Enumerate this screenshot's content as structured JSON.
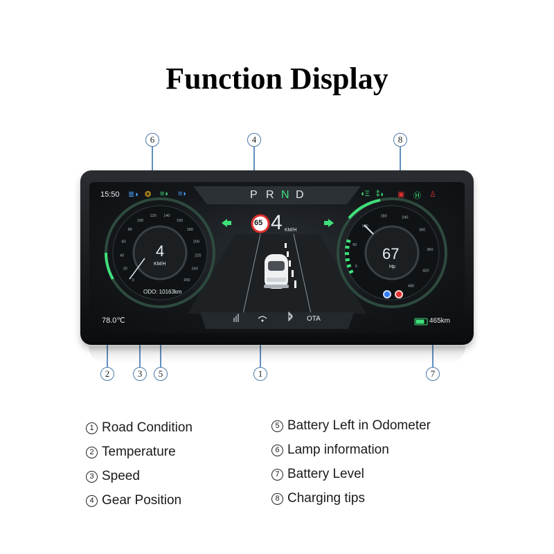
{
  "title": "Function Display",
  "dashboard": {
    "time": "15:50",
    "gears": [
      "P",
      "R",
      "N",
      "D"
    ],
    "active_gear": "N",
    "speed_limit": "65",
    "speed_center": "4",
    "speed_center_unit": "KM/H",
    "speedo_value": "4",
    "speedo_unit": "KM/H",
    "speedo_ticks": [
      "0",
      "20",
      "40",
      "60",
      "80",
      "100",
      "120",
      "140",
      "160",
      "180",
      "200",
      "220",
      "240",
      "260"
    ],
    "odo_label": "ODO: 10163km",
    "temperature": "78.0℃",
    "power_value": "67",
    "power_unit": "Hp",
    "power_ticks": [
      "0",
      "60",
      "120",
      "180",
      "240",
      "300",
      "360",
      "420",
      "480",
      "120"
    ],
    "status_bar": {
      "ota": "OTA"
    },
    "battery_range": "465km",
    "battery_level": 0.8,
    "icons_left": [
      "high-beam-icon",
      "parking-light-icon",
      "fog-light-icon",
      "low-beam-icon"
    ],
    "icons_right": [
      "fog-light-front-icon",
      "side-light-icon",
      "fuel-icon",
      "parking-brake-icon",
      "seatbelt-icon"
    ]
  },
  "callouts": [
    "1",
    "2",
    "3",
    "4",
    "5",
    "6",
    "7",
    "8"
  ],
  "features_left": [
    {
      "num": "1",
      "label": "Road Condition"
    },
    {
      "num": "2",
      "label": "Temperature"
    },
    {
      "num": "3",
      "label": "Speed"
    },
    {
      "num": "4",
      "label": "Gear Position"
    }
  ],
  "features_right": [
    {
      "num": "5",
      "label": "Battery Left in Odometer"
    },
    {
      "num": "6",
      "label": "Lamp information"
    },
    {
      "num": "7",
      "label": "Battery Level"
    },
    {
      "num": "8",
      "label": "Charging tips"
    }
  ],
  "colors": {
    "accent_green": "#3fe07a",
    "callout_blue": "#4a79a8",
    "warning_red": "#e0302e"
  }
}
